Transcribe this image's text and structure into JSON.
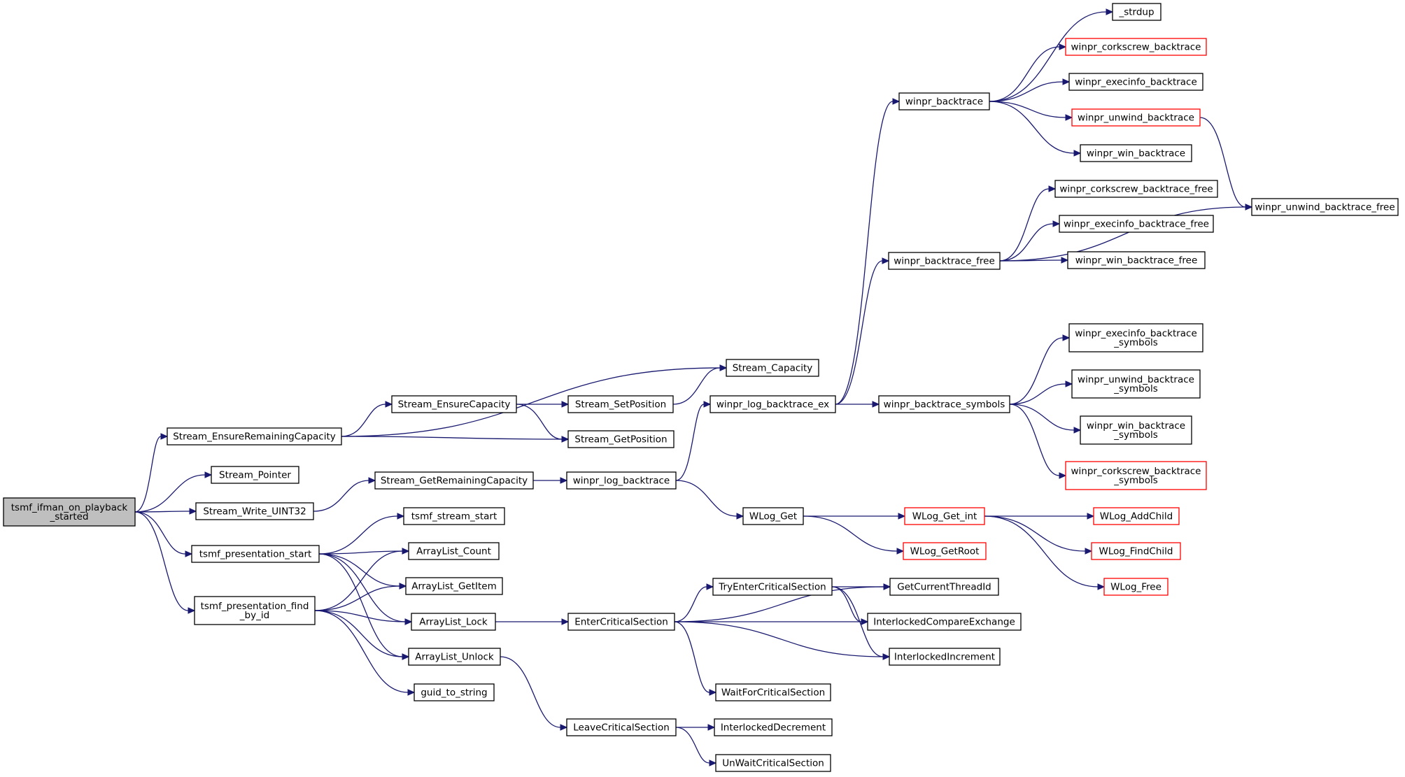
{
  "colors": {
    "edge": "#191970",
    "node_border": "#000000",
    "node_border_truncated": "#ff0000",
    "root_fill": "#bfbfbf",
    "node_fill": "#ffffff"
  },
  "nodes": [
    {
      "id": "root",
      "lines": [
        "tsmf_ifman_on_playback",
        "_started"
      ],
      "kind": "root"
    },
    {
      "id": "seremcap",
      "lines": [
        "Stream_EnsureRemainingCapacity"
      ]
    },
    {
      "id": "spointer",
      "lines": [
        "Stream_Pointer"
      ]
    },
    {
      "id": "swrite",
      "lines": [
        "Stream_Write_UINT32"
      ]
    },
    {
      "id": "tpstart",
      "lines": [
        "tsmf_presentation_start"
      ]
    },
    {
      "id": "tpfind",
      "lines": [
        "tsmf_presentation_find",
        "_by_id"
      ]
    },
    {
      "id": "sensurecap",
      "lines": [
        "Stream_EnsureCapacity"
      ]
    },
    {
      "id": "sgetremcap",
      "lines": [
        "Stream_GetRemainingCapacity"
      ]
    },
    {
      "id": "tsstart",
      "lines": [
        "tsmf_stream_start"
      ]
    },
    {
      "id": "alcount",
      "lines": [
        "ArrayList_Count"
      ]
    },
    {
      "id": "algetitem",
      "lines": [
        "ArrayList_GetItem"
      ]
    },
    {
      "id": "allock",
      "lines": [
        "ArrayList_Lock"
      ]
    },
    {
      "id": "alunlock",
      "lines": [
        "ArrayList_Unlock"
      ]
    },
    {
      "id": "guid",
      "lines": [
        "guid_to_string"
      ]
    },
    {
      "id": "scapacity",
      "lines": [
        "Stream_Capacity"
      ]
    },
    {
      "id": "ssetpos",
      "lines": [
        "Stream_SetPosition"
      ]
    },
    {
      "id": "sgetpos",
      "lines": [
        "Stream_GetPosition"
      ]
    },
    {
      "id": "wlogbt",
      "lines": [
        "winpr_log_backtrace"
      ]
    },
    {
      "id": "entercs",
      "lines": [
        "EnterCriticalSection"
      ]
    },
    {
      "id": "leavecs",
      "lines": [
        "LeaveCriticalSection"
      ]
    },
    {
      "id": "wlogbtex",
      "lines": [
        "winpr_log_backtrace_ex"
      ]
    },
    {
      "id": "wlogget",
      "lines": [
        "WLog_Get"
      ]
    },
    {
      "id": "tryentercs",
      "lines": [
        "TryEnterCriticalSection"
      ]
    },
    {
      "id": "waitcs",
      "lines": [
        "WaitForCriticalSection"
      ]
    },
    {
      "id": "interdec",
      "lines": [
        "InterlockedDecrement"
      ]
    },
    {
      "id": "unwaitcs",
      "lines": [
        "UnWaitCriticalSection"
      ]
    },
    {
      "id": "wbt",
      "lines": [
        "winpr_backtrace"
      ]
    },
    {
      "id": "wbtfree",
      "lines": [
        "winpr_backtrace_free"
      ]
    },
    {
      "id": "wbtsym",
      "lines": [
        "winpr_backtrace_symbols"
      ]
    },
    {
      "id": "wloggetint",
      "lines": [
        "WLog_Get_int"
      ],
      "kind": "truncated"
    },
    {
      "id": "wloggetroot",
      "lines": [
        "WLog_GetRoot"
      ],
      "kind": "truncated"
    },
    {
      "id": "getthreadid",
      "lines": [
        "GetCurrentThreadId"
      ]
    },
    {
      "id": "intercmpx",
      "lines": [
        "InterlockedCompareExchange"
      ]
    },
    {
      "id": "interinc",
      "lines": [
        "InterlockedIncrement"
      ]
    },
    {
      "id": "strdup",
      "lines": [
        "_strdup"
      ]
    },
    {
      "id": "corkbt",
      "lines": [
        "winpr_corkscrew_backtrace"
      ],
      "kind": "truncated"
    },
    {
      "id": "execbt",
      "lines": [
        "winpr_execinfo_backtrace"
      ]
    },
    {
      "id": "unwbt",
      "lines": [
        "winpr_unwind_backtrace"
      ],
      "kind": "truncated"
    },
    {
      "id": "winbt",
      "lines": [
        "winpr_win_backtrace"
      ]
    },
    {
      "id": "corkbtfree",
      "lines": [
        "winpr_corkscrew_backtrace_free"
      ]
    },
    {
      "id": "execbtfree",
      "lines": [
        "winpr_execinfo_backtrace_free"
      ]
    },
    {
      "id": "winbtfree",
      "lines": [
        "winpr_win_backtrace_free"
      ]
    },
    {
      "id": "unwbtfree",
      "lines": [
        "winpr_unwind_backtrace_free"
      ]
    },
    {
      "id": "execsym",
      "lines": [
        "winpr_execinfo_backtrace",
        "_symbols"
      ]
    },
    {
      "id": "unwsym",
      "lines": [
        "winpr_unwind_backtrace",
        "_symbols"
      ]
    },
    {
      "id": "winsym",
      "lines": [
        "winpr_win_backtrace",
        "_symbols"
      ]
    },
    {
      "id": "corksym",
      "lines": [
        "winpr_corkscrew_backtrace",
        "_symbols"
      ],
      "kind": "truncated"
    },
    {
      "id": "addchild",
      "lines": [
        "WLog_AddChild"
      ],
      "kind": "truncated"
    },
    {
      "id": "findchild",
      "lines": [
        "WLog_FindChild"
      ],
      "kind": "truncated"
    },
    {
      "id": "wlogfree",
      "lines": [
        "WLog_Free"
      ],
      "kind": "truncated"
    }
  ],
  "edges": [
    [
      "root",
      "seremcap"
    ],
    [
      "root",
      "spointer"
    ],
    [
      "root",
      "swrite"
    ],
    [
      "root",
      "tpstart"
    ],
    [
      "root",
      "tpfind"
    ],
    [
      "seremcap",
      "scapacity"
    ],
    [
      "seremcap",
      "sensurecap"
    ],
    [
      "seremcap",
      "sgetpos"
    ],
    [
      "sensurecap",
      "ssetpos"
    ],
    [
      "sensurecap",
      "sgetpos"
    ],
    [
      "ssetpos",
      "scapacity"
    ],
    [
      "swrite",
      "sgetremcap"
    ],
    [
      "sgetremcap",
      "wlogbt"
    ],
    [
      "wlogbt",
      "wlogbtex"
    ],
    [
      "wlogbt",
      "wlogget"
    ],
    [
      "tpstart",
      "tsstart"
    ],
    [
      "tpstart",
      "alcount"
    ],
    [
      "tpstart",
      "algetitem"
    ],
    [
      "tpstart",
      "allock"
    ],
    [
      "tpstart",
      "alunlock"
    ],
    [
      "tpfind",
      "alcount"
    ],
    [
      "tpfind",
      "algetitem"
    ],
    [
      "tpfind",
      "allock"
    ],
    [
      "tpfind",
      "alunlock"
    ],
    [
      "tpfind",
      "guid"
    ],
    [
      "allock",
      "entercs"
    ],
    [
      "alunlock",
      "leavecs"
    ],
    [
      "entercs",
      "tryentercs"
    ],
    [
      "entercs",
      "getthreadid"
    ],
    [
      "entercs",
      "intercmpx"
    ],
    [
      "entercs",
      "interinc"
    ],
    [
      "entercs",
      "waitcs"
    ],
    [
      "tryentercs",
      "getthreadid"
    ],
    [
      "tryentercs",
      "intercmpx"
    ],
    [
      "tryentercs",
      "interinc"
    ],
    [
      "leavecs",
      "interdec"
    ],
    [
      "leavecs",
      "unwaitcs"
    ],
    [
      "wlogbtex",
      "wbt"
    ],
    [
      "wlogbtex",
      "wbtfree"
    ],
    [
      "wlogbtex",
      "wbtsym"
    ],
    [
      "wbt",
      "strdup"
    ],
    [
      "wbt",
      "corkbt"
    ],
    [
      "wbt",
      "execbt"
    ],
    [
      "wbt",
      "unwbt"
    ],
    [
      "wbt",
      "winbt"
    ],
    [
      "unwbt",
      "unwbtfree"
    ],
    [
      "wbtfree",
      "corkbtfree"
    ],
    [
      "wbtfree",
      "execbtfree"
    ],
    [
      "wbtfree",
      "winbtfree"
    ],
    [
      "wbtfree",
      "unwbtfree"
    ],
    [
      "wbtsym",
      "execsym"
    ],
    [
      "wbtsym",
      "unwsym"
    ],
    [
      "wbtsym",
      "winsym"
    ],
    [
      "wbtsym",
      "corksym"
    ],
    [
      "wlogget",
      "wloggetint"
    ],
    [
      "wlogget",
      "wloggetroot"
    ],
    [
      "wloggetint",
      "addchild"
    ],
    [
      "wloggetint",
      "findchild"
    ],
    [
      "wloggetint",
      "wlogfree"
    ]
  ]
}
